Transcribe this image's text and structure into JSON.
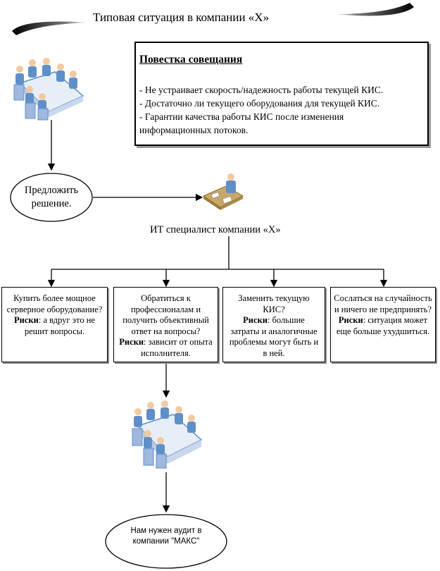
{
  "title": "Типовая ситуация  в компании «Х»",
  "agenda": {
    "heading": "Повестка совещания",
    "lines": [
      "- Не устраивает скорость/надежность работы текущей КИС.",
      "- Достаточно ли текущего оборудования для текущей КИС.",
      "- Гарантии качества работы КИС после изменения",
      "информационных потоков."
    ]
  },
  "propose_oval": {
    "line1": "Предложить",
    "line2": "решение."
  },
  "it_specialist": "ИТ специалист компании «Х»",
  "options": [
    {
      "text": "Купить более мощное серверное оборудование?",
      "risk_label": "Риски",
      "risk_text": ": а вдруг это не решит вопросы."
    },
    {
      "text": "Обратиться к профессионалам и получить объективный ответ на вопросы?",
      "risk_label": "Риски",
      "risk_text": ": зависит от опыта исполнителя."
    },
    {
      "text": "Заменить текущую КИС?",
      "risk_label": "Риски",
      "risk_text": ": большие затраты и аналогичные проблемы могут быть и в ней."
    },
    {
      "text": "Сослаться на случайность и ничего не предпринять?",
      "risk_label": "Риски",
      "risk_text": ": ситуация может еще больше ухудшиться."
    }
  ],
  "final_oval": {
    "line1": "Нам нужен аудит в",
    "line2": "компании \"МАКС\""
  },
  "colors": {
    "figure_blue": "#5f8fc8",
    "skin": "#f2c9a0",
    "table": "#e8eef7",
    "chair": "#9fb8dd"
  }
}
